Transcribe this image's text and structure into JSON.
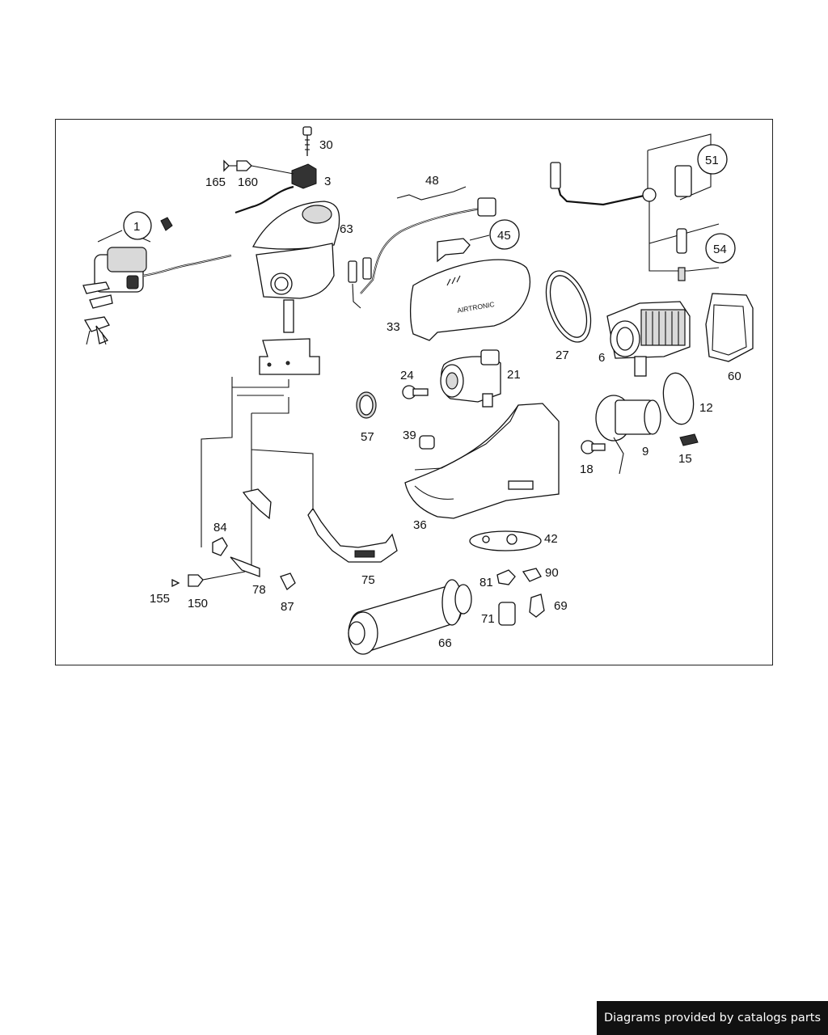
{
  "diagram": {
    "callouts": {
      "c1": "1",
      "c3": "3",
      "c6": "6",
      "c9": "9",
      "c12": "12",
      "c15": "15",
      "c18": "18",
      "c21": "21",
      "c24": "24",
      "c27": "27",
      "c30": "30",
      "c33": "33",
      "c36": "36",
      "c39": "39",
      "c42": "42",
      "c45": "45",
      "c48": "48",
      "c51": "51",
      "c54": "54",
      "c57": "57",
      "c60": "60",
      "c63": "63",
      "c66": "66",
      "c69": "69",
      "c71": "71",
      "c75": "75",
      "c78": "78",
      "c81": "81",
      "c84": "84",
      "c87": "87",
      "c90": "90",
      "c150": "150",
      "c155": "155",
      "c160": "160",
      "c165": "165"
    },
    "cover_label": "AIRTRONIC"
  },
  "footer": {
    "credit": "Diagrams provided by catalogs parts"
  }
}
